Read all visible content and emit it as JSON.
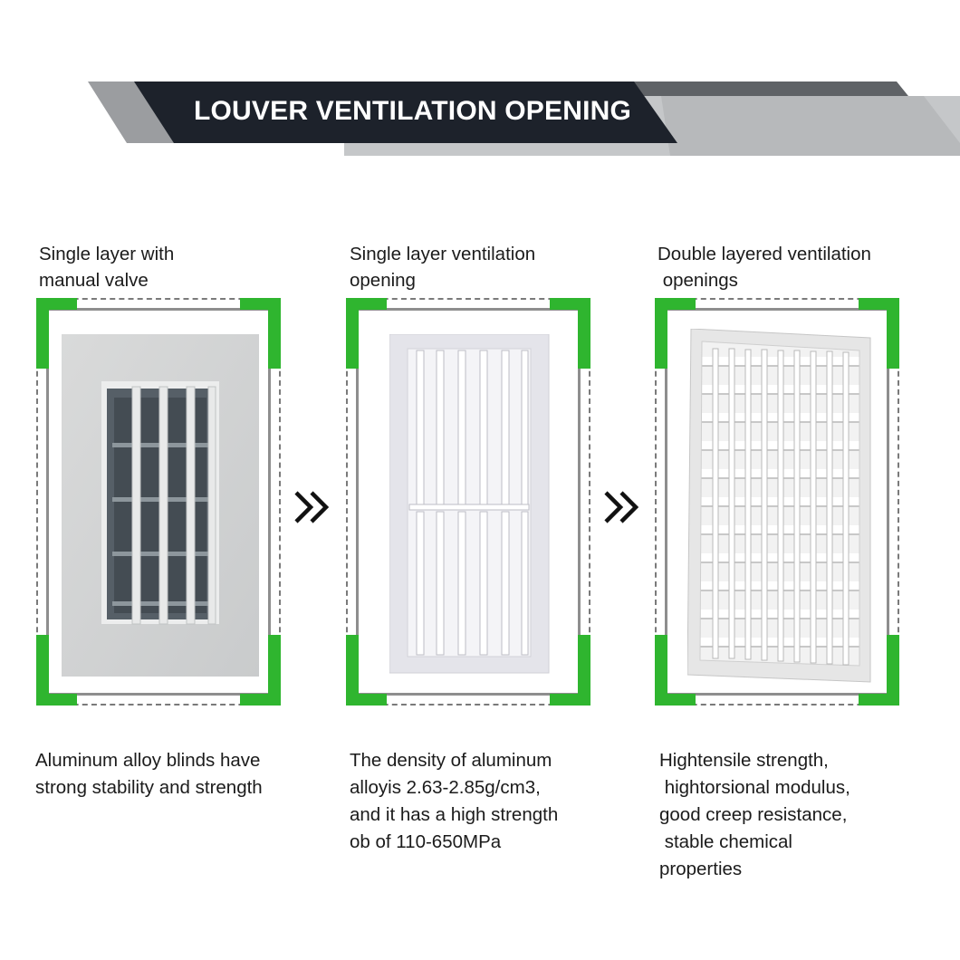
{
  "banner": {
    "title": "LOUVER VENTILATION OPENING"
  },
  "colors": {
    "banner_dark": "#1d222b",
    "banner_mid": "#5f6266",
    "banner_light": "#b7b9bb",
    "accent_green": "#2fb52f",
    "frame_gray": "#8e8e8e"
  },
  "products": [
    {
      "label_lines": [
        "Single layer with",
        "manual valve"
      ],
      "desc_lines": [
        "Aluminum alloy blinds have",
        "strong stability and strength"
      ]
    },
    {
      "label_lines": [
        "Single layer ventilation",
        "opening"
      ],
      "desc_lines": [
        "The density of aluminum",
        "alloyis 2.63-2.85g/cm3,",
        "and it has a high strength",
        "ob of 110-650MPa"
      ]
    },
    {
      "label_lines": [
        "Double layered ventilation",
        " openings"
      ],
      "desc_lines": [
        "Hightensile strength,",
        " hightorsional modulus,",
        "good creep resistance,",
        " stable chemical",
        "properties"
      ]
    }
  ],
  "arrows": [
    "double-chevron-right-icon",
    "double-chevron-right-icon"
  ]
}
